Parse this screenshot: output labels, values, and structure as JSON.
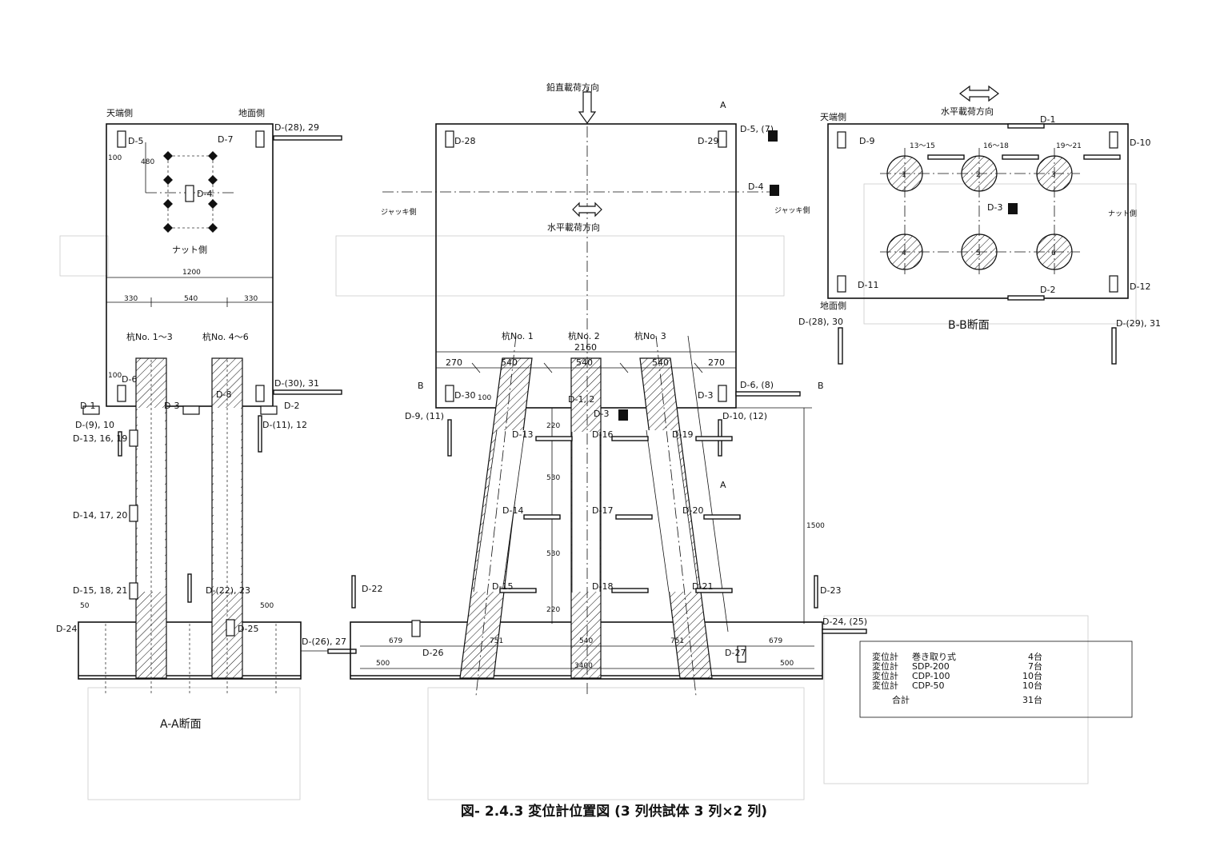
{
  "figure": {
    "caption": "図- 2.4.3  変位計位置図  (3 列供試体  3 列×2 列)"
  },
  "aa_section": {
    "title": "A-A断面",
    "top_left": "天端側",
    "top_right": "地面側",
    "nut_side": "ナット側",
    "dim_total": "1200",
    "dim_left": "330",
    "dim_mid": "540",
    "dim_right": "330",
    "dim_100a": "100",
    "dim_100b": "100",
    "dim_480": "480",
    "pile_label_left": "杭No.  1～3",
    "pile_label_right": "杭No.  4～6",
    "dim_50": "50",
    "dim_500": "500",
    "gauges": [
      "D-5",
      "D-7",
      "D-4",
      "D-6",
      "D-8",
      "D-1",
      "D-3",
      "D-2",
      "D-(28), 29",
      "D-(30), 31",
      "D-(9), 10",
      "D-(11), 12",
      "D-13, 16, 19",
      "D-14, 17, 20",
      "D-15, 18, 21",
      "D-(22), 23",
      "D-24",
      "D-25",
      "D-(26), 27"
    ]
  },
  "front_section": {
    "vertical_load": "鉛直載荷方向",
    "horizontal_load": "水平載荷方向",
    "jack_left": "ジャッキ側",
    "jack_right": "ジャッキ側",
    "pile1": "杭No. 1",
    "pile2": "杭No. 2",
    "pile3": "杭No. 3",
    "dim_total": "2160",
    "dim_270a": "270",
    "dim_540a": "540",
    "dim_540b": "540",
    "dim_540c": "540",
    "dim_270b": "270",
    "dim_220a": "220",
    "dim_530a": "530",
    "dim_530b": "530",
    "dim_220b": "220",
    "dim_1500": "1500",
    "dim_679a": "679",
    "dim_751a": "751",
    "dim_540d": "540",
    "dim_751b": "751",
    "dim_679b": "679",
    "dim_500a": "500",
    "dim_500b": "500",
    "dim_3400": "3400",
    "dim_100": "100",
    "mark_a_top": "A",
    "mark_a_bottom": "A",
    "mark_b_left": "B",
    "mark_b_right": "B",
    "gauges": [
      "D-28",
      "D-29",
      "D-5, (7)",
      "D-4",
      "D-30",
      "D-3",
      "D-6, (8)",
      "D-1, 2",
      "D-3",
      "D-9, (11)",
      "D-10, (12)",
      "D-13",
      "D-16",
      "D-19",
      "D-14",
      "D-17",
      "D-20",
      "D-15",
      "D-18",
      "D-21",
      "D-22",
      "D-23",
      "D-24, (25)",
      "D-26",
      "D-27"
    ]
  },
  "bb_section": {
    "title": "B-B断面",
    "top_left": "天端側",
    "bottom_left": "地面側",
    "horizontal_load": "水平載荷方向",
    "nut_side": "ナット側",
    "group1": "13～15",
    "group2": "16～18",
    "group3": "19～21",
    "pile_numbers": [
      "1",
      "2",
      "3",
      "4",
      "5",
      "6"
    ],
    "gauges": [
      "D-9",
      "D-10",
      "D-11",
      "D-12",
      "D-1",
      "D-2",
      "D-3",
      "D-(28), 30",
      "D-(29), 31"
    ]
  },
  "legend": {
    "rows": [
      {
        "name": "変位計",
        "type": "巻き取り式",
        "count": "4台"
      },
      {
        "name": "変位計",
        "type": "SDP-200",
        "count": "7台"
      },
      {
        "name": "変位計",
        "type": "CDP-100",
        "count": "10台"
      },
      {
        "name": "変位計",
        "type": "CDP-50",
        "count": "10台"
      }
    ],
    "total_label": "合計",
    "total_count": "31台"
  },
  "colors": {
    "ink": "#111111",
    "ghost": "#cccccc",
    "paper": "#ffffff"
  }
}
